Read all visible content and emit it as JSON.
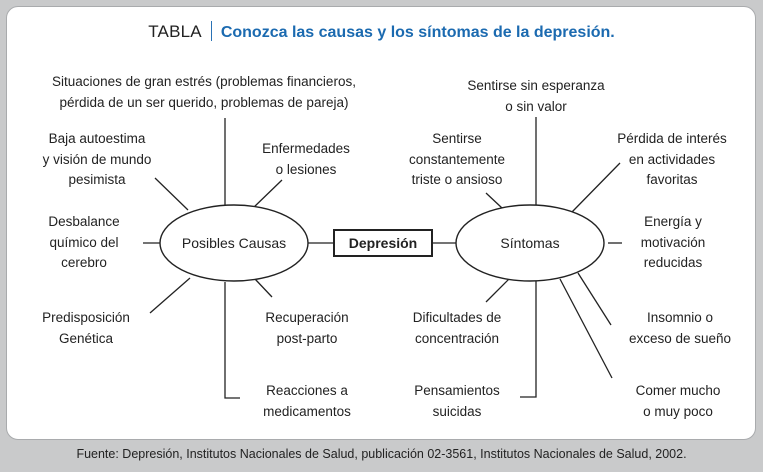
{
  "title": {
    "tag": "TABLA",
    "heading": "Conozca las causas y los síntomas de la depresión."
  },
  "center": "Depresión",
  "causes": {
    "label": "Posibles Causas",
    "items": [
      "Situaciones de gran estrés (problemas financieros,\npérdida de un ser querido, problemas de pareja)",
      "Baja autoestima\ny visión de mundo\npesimista",
      "Enfermedades\no lesiones",
      "Desbalance\nquímico del\ncerebro",
      "Predisposición\nGenética",
      "Recuperación\npost-parto",
      "Reacciones a\nmedicamentos"
    ]
  },
  "symptoms": {
    "label": "Síntomas",
    "items": [
      "Sentirse sin esperanza\no sin valor",
      "Sentirse\nconstantemente\ntriste o ansioso",
      "Pérdida de interés\nen actividades\nfavoritas",
      "Energía y\nmotivación\nreducidas",
      "Dificultades de\nconcentración",
      "Insomnio o\nexceso de sueño",
      "Pensamientos\nsuicidas",
      "Comer mucho\no muy poco"
    ]
  },
  "source": "Fuente: Depresión, Institutos Nacionales de Salud, publicación 02-3561, Institutos Nacionales de Salud, 2002."
}
